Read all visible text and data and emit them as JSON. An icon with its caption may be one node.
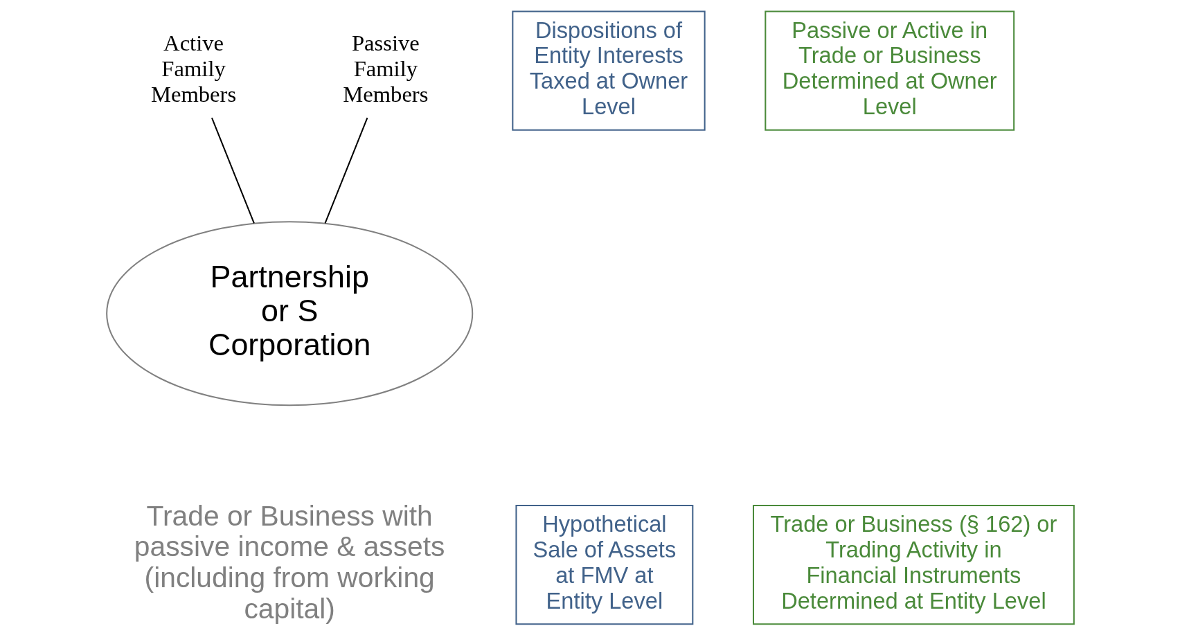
{
  "diagram": {
    "nodes": [
      {
        "text": [
          "Active Family Members"
        ]
      },
      {
        "text": [
          "Passive Family Members"
        ]
      },
      {
        "text": [
          "Partnership or S Corporation"
        ],
        "beside": [
          "Trade or Business with passive income & assets (including from working capital)"
        ]
      },
      {
        "text": [
          "Dispositions of Entity Interests Taxed at Owner Level"
        ]
      },
      {
        "text": [
          "Passive or Active in Trade or Business Determined at Owner Level"
        ]
      },
      {
        "text": [
          "Hypothetical Sale of Assets at FMV at Entity Level"
        ]
      },
      {
        "text": [
          "Trade or Business (§ 162) or Trading Activity in Financial Instruments Determined at Entity Level"
        ]
      }
    ],
    "edges": [
      {
        "from": 0,
        "to": 2,
        "arrow": "none"
      },
      {
        "from": 1,
        "to": 2,
        "arrow": "none"
      }
    ]
  }
}
